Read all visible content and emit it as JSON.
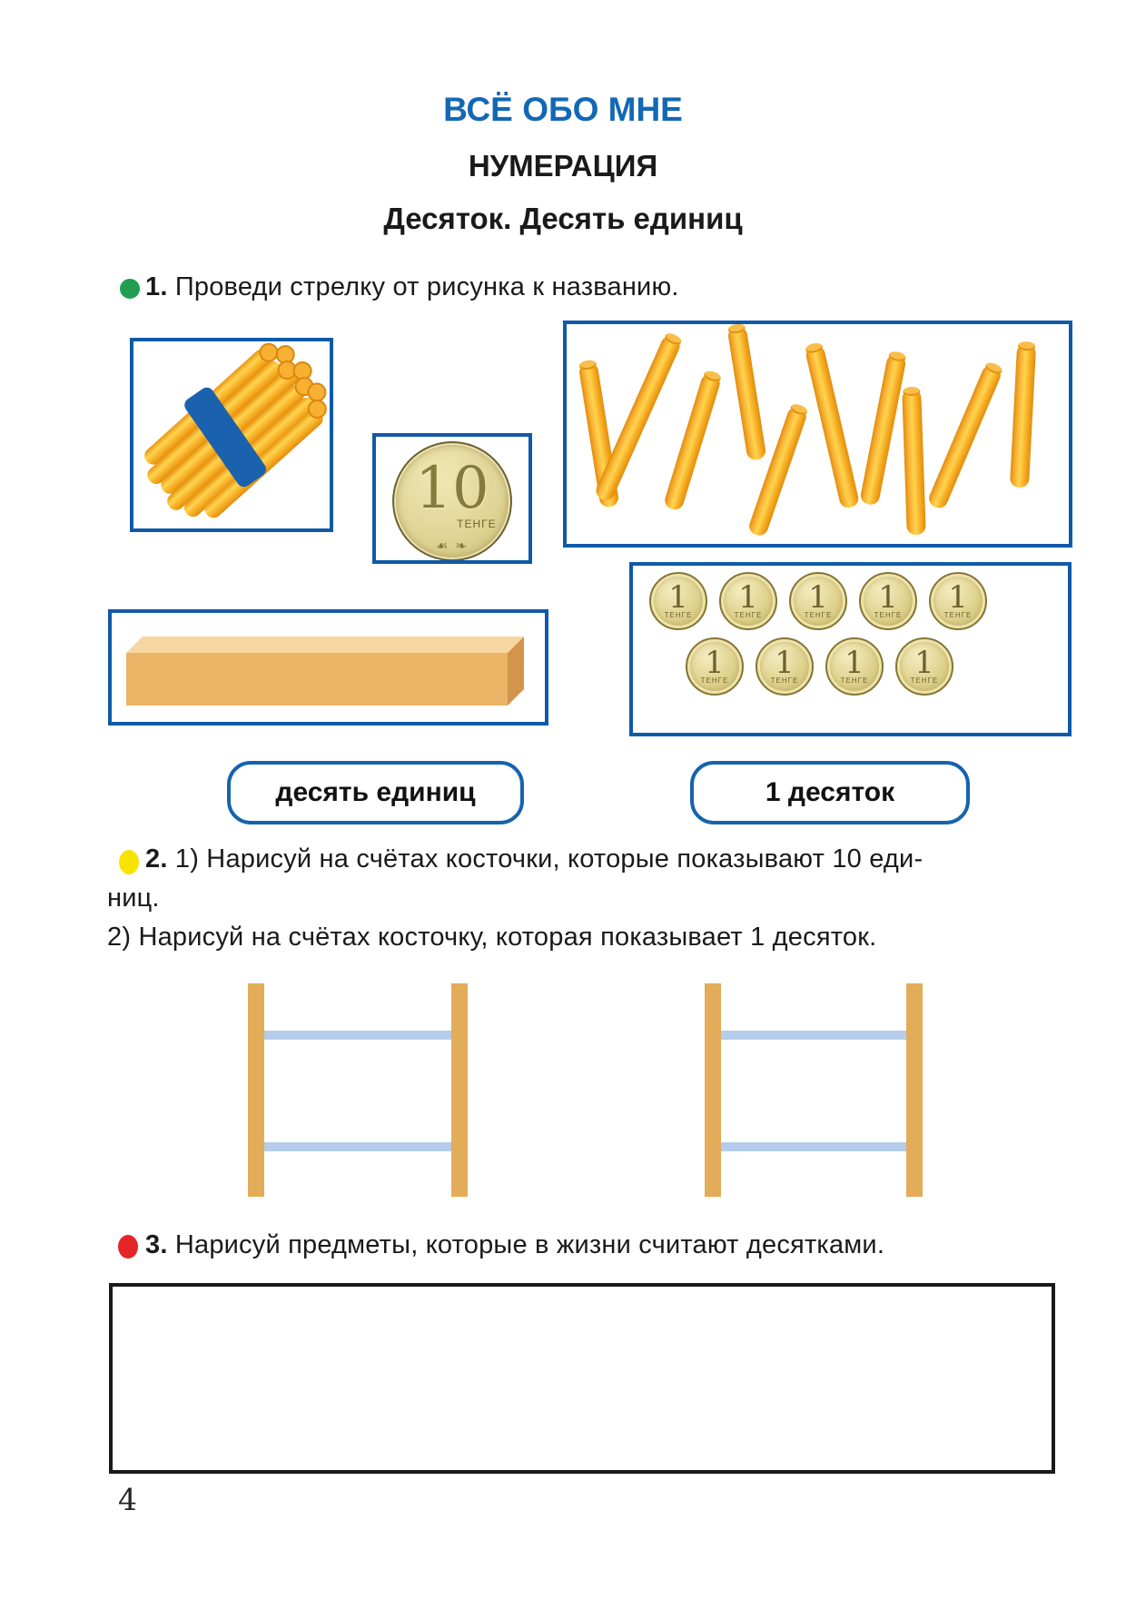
{
  "page": {
    "number": "4"
  },
  "header": {
    "series_title": "ВСЁ ОБО МНЕ",
    "series_title_color": "#1268b5",
    "section_title": "НУМЕРАЦИЯ",
    "lesson_title": "Десяток. Десять единиц"
  },
  "task1": {
    "bullet_color": "#219e52",
    "number": "1.",
    "text": "Проведи стрелку от рисунка к названию."
  },
  "task2": {
    "bullet_color": "#f6e400",
    "number": "2.",
    "line1": "1) Нарисуй на счётах косточки, которые показывают 10 еди-",
    "line2": "ниц.",
    "line3": "2) Нарисуй на счётах косточку, которая показывает 1 десяток."
  },
  "task3": {
    "bullet_color": "#e62528",
    "number": "3.",
    "text": "Нарисуй предметы, которые в жизни считают десятками."
  },
  "answer_labels": {
    "ten_units": "десять единиц",
    "one_ten": "1 десяток"
  },
  "coin_10": {
    "value": "10",
    "currency": "ТЕНГЕ",
    "ornament": "☙ ❧"
  },
  "coin_1": {
    "value": "1",
    "currency": "ТЕНГЕ",
    "row1_count": 5,
    "row2_count": 4
  },
  "illustrations": {
    "bundle": "bundle of 10 sticks tied with blue band",
    "loose_sticks_count": 10,
    "block": "wooden bar (one ten)",
    "abacus_frames": 2
  },
  "colors": {
    "picture_box_border": "#0f5aa8",
    "label_border": "#1663ad",
    "stick_yellow": "#ffd44f",
    "stick_orange": "#e18c0c",
    "band_blue": "#1b62ae",
    "wood_post": "#e3ac58",
    "abacus_rail": "#b5cdea",
    "coin_gold": "#ded293"
  }
}
